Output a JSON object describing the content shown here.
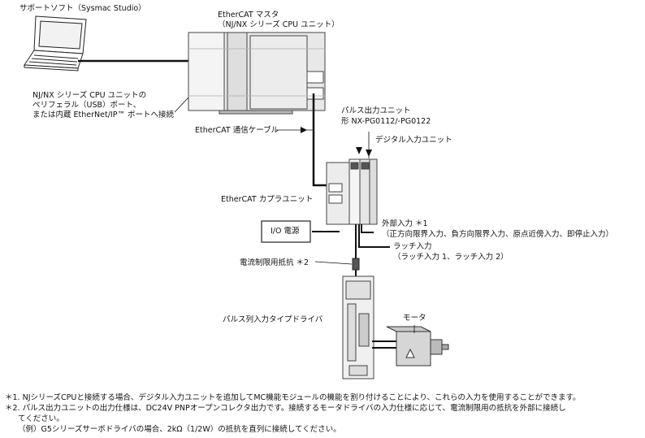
{
  "labels": {
    "support_soft": "サポートソフト（Sysmac Studio）",
    "master_l1": "EtherCAT マスタ",
    "master_l2": "（NJ/NX シリーズ CPU ユニット）",
    "port_l1": "NJ/NX シリーズ CPU ユニットの",
    "port_l2": "ペリフェラル（USB）ポート、",
    "port_l3": "または内蔵 EtherNet/IP™ ポートへ接続",
    "pulse_unit_l1": "パルス出力ユニット",
    "pulse_unit_l2": "形 NX-PG0112/-PG0122",
    "digital_input": "デジタル入力ユニット",
    "cable": "EtherCAT 通信ケーブル",
    "coupler": "EtherCAT カプラユニット",
    "io_power": "I/O 電源",
    "ext_input_l1": "外部入力 ＊1",
    "ext_input_l2": "（正方向限界入力、負方向限界入力、原点近傍入力、即停止入力）",
    "latch_l1": "ラッチ入力",
    "latch_l2": "（ラッチ入力 1、ラッチ入力 2）",
    "resistor": "電流制限用抵抗 ＊2",
    "driver": "パルス列入力タイプドライバ",
    "motor": "モータ"
  },
  "notes": {
    "n1": "＊1. NJシリーズCPUと接続する場合、デジタル入力ユニットを追加してMC機能モジュールの機能を割り付けることにより、これらの入力を使用することができます。",
    "n2_l1": "＊2. パルス出力ユニットの出力仕様は、DC24V PNPオープンコレクタ出力です。接続するモータドライバの入力仕様に応じて、電流制限用の抵抗を外部に接続し",
    "n2_l2": "てください。",
    "n2_l3": "（例）G5シリーズサーボドライバの場合、2kΩ（1/2W）の抵抗を直列に接続してください。"
  }
}
